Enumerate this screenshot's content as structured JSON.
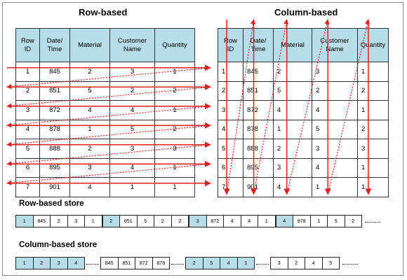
{
  "titles": {
    "row_based": "Row-based",
    "column_based": "Column-based",
    "row_store": "Row-based store",
    "column_store": "Column-based store"
  },
  "headers": [
    "Row\nID",
    "Date/\nTime",
    "Material",
    "Customer\nName",
    "Quantity"
  ],
  "rows": [
    [
      "1",
      "845",
      "2",
      "3",
      "1"
    ],
    [
      "2",
      "851",
      "5",
      "2",
      "2"
    ],
    [
      "3",
      "872",
      "4",
      "4",
      "1"
    ],
    [
      "4",
      "878",
      "1",
      "5",
      "2"
    ],
    [
      "5",
      "888",
      "2",
      "3",
      "3"
    ],
    [
      "6",
      "895",
      "3",
      "4",
      "1"
    ],
    [
      "7",
      "901",
      "4",
      "1",
      "1"
    ]
  ],
  "row_store_records": [
    [
      "1",
      "845",
      "2",
      "3",
      "1"
    ],
    [
      "2",
      "851",
      "5",
      "2",
      "2"
    ],
    [
      "3",
      "872",
      "4",
      "4",
      "1"
    ],
    [
      "4",
      "878",
      "1",
      "5",
      "2"
    ]
  ],
  "column_store_segments": [
    {
      "values": [
        "1",
        "2",
        "3",
        "4"
      ],
      "style": "blue"
    },
    {
      "values": [
        "845",
        "851",
        "872",
        "878"
      ],
      "style": "white"
    },
    {
      "values": [
        "2",
        "5",
        "4",
        "1"
      ],
      "style": "blue"
    },
    {
      "values": [
        "3",
        "2",
        "4",
        "5"
      ],
      "style": "white"
    }
  ],
  "colors": {
    "header_fill": "#b7dde8",
    "arrow": "#e02020",
    "border": "#333333"
  }
}
